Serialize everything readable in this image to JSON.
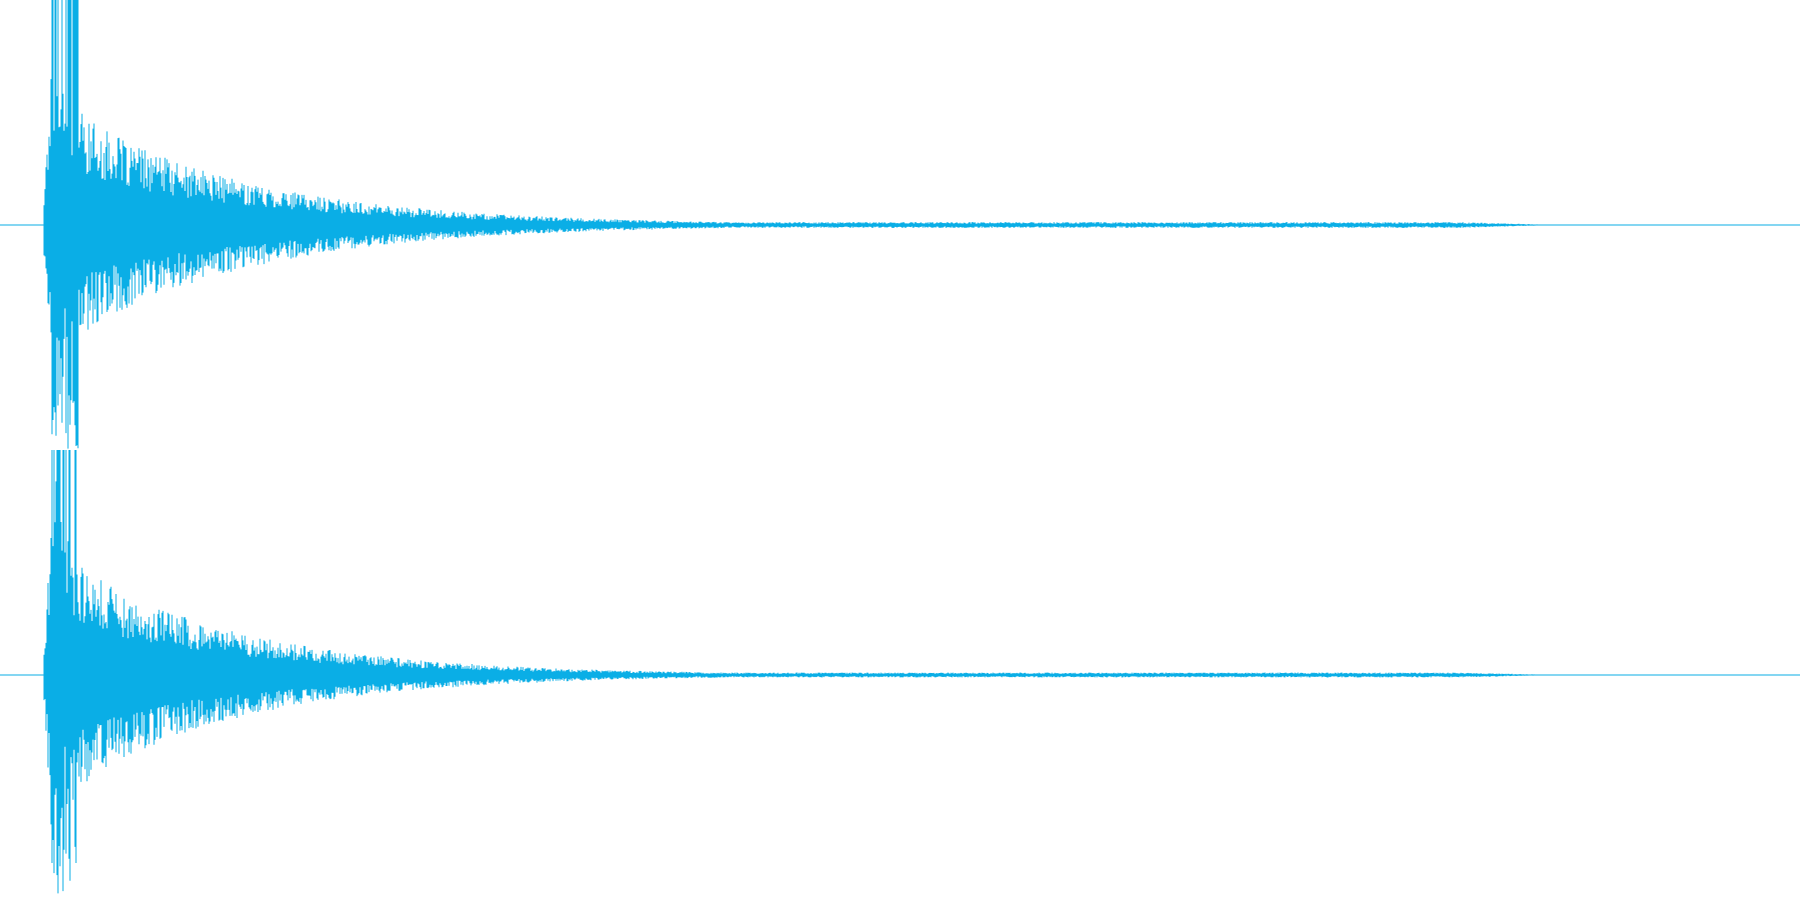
{
  "waveform": {
    "color": "#0aaee6",
    "background": "#ffffff",
    "channels": [
      {
        "name": "channel-1",
        "decay": 0.0055,
        "noise_floor": 0.013,
        "seed": 17,
        "peak_amplitude": 1.0
      },
      {
        "name": "channel-2",
        "decay": 0.0058,
        "noise_floor": 0.011,
        "seed": 91,
        "peak_amplitude": 1.0
      }
    ]
  }
}
